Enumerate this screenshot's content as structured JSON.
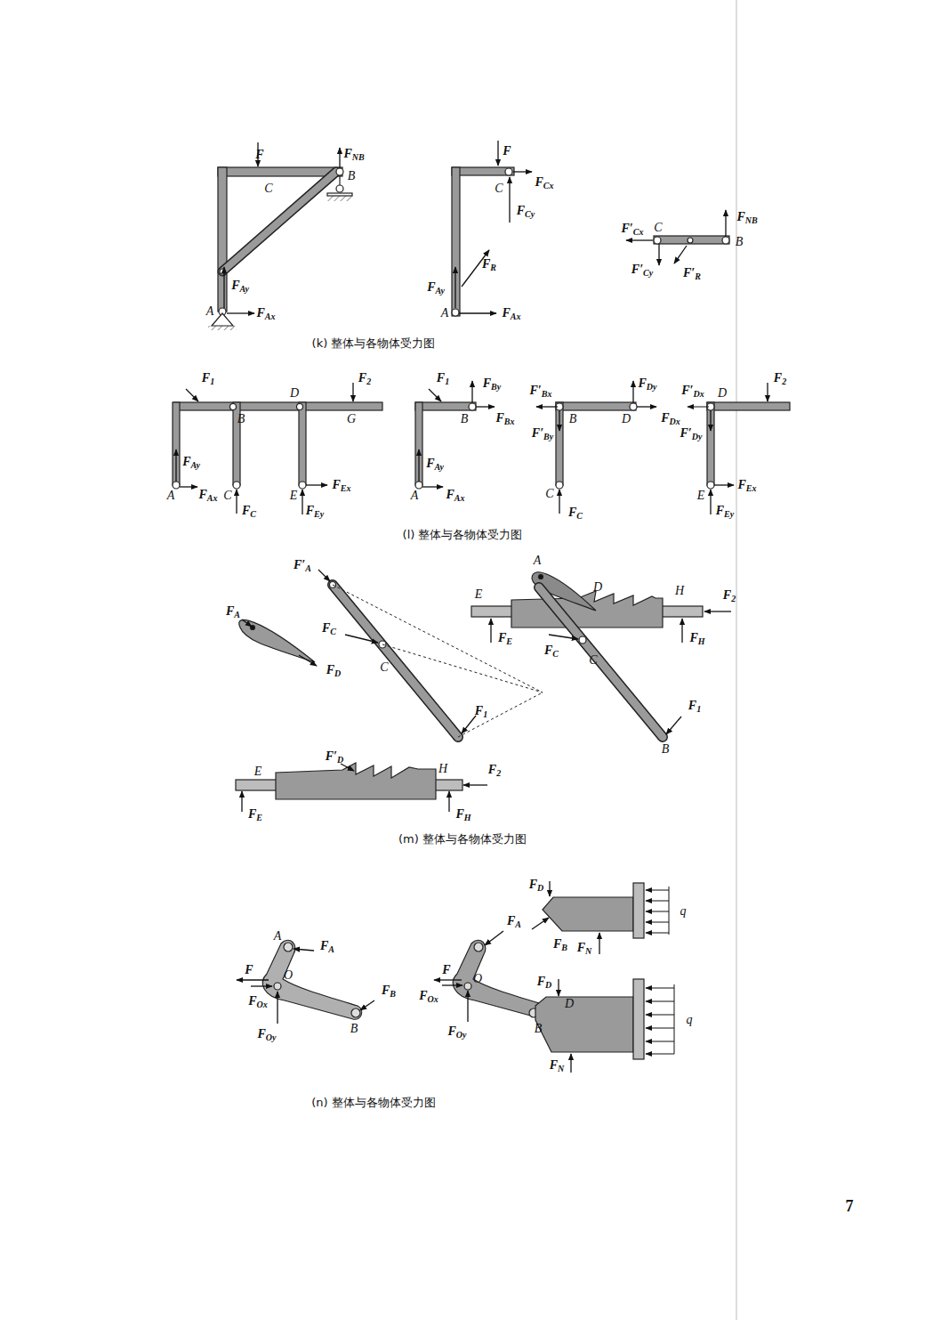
{
  "diagram": {
    "labels": [
      "F",
      "FNB",
      "C",
      "B",
      "FAy",
      "A",
      "FAx",
      "F",
      "C",
      "FCx",
      "FCy",
      "FR",
      "FAy",
      "A",
      "FAx",
      "F′Cx",
      "C",
      "FNB",
      "B",
      "F′Cy",
      "F′R",
      "(k) 整体与各物体受力图",
      "F1",
      "D",
      "F2",
      "B",
      "G",
      "FAy",
      "A",
      "FAx",
      "C",
      "FC",
      "E",
      "FEx",
      "FEy",
      "F1",
      "FBy",
      "B",
      "FBx",
      "FAy",
      "A",
      "FAx",
      "F′Bx",
      "B",
      "F′By",
      "FDy",
      "D",
      "FDx",
      "C",
      "FC",
      "F′Dx",
      "D",
      "F2",
      "F′Dy",
      "E",
      "FEx",
      "FEy",
      "(l) 整体与各物体受力图",
      "F′A",
      "FA",
      "FD",
      "FC",
      "C",
      "F1",
      "A",
      "D",
      "E",
      "H",
      "F2",
      "FE",
      "FH",
      "FC",
      "C",
      "F1",
      "B",
      "E",
      "F′D",
      "H",
      "F2",
      "FE",
      "FH",
      "(m) 整体与各物体受力图",
      "FD",
      "q",
      "FB",
      "FN",
      "A",
      "FA",
      "F",
      "FOx",
      "O",
      "FB",
      "B",
      "FOy",
      "FA",
      "F",
      "FD",
      "D",
      "q",
      "FOx",
      "O",
      "B",
      "FN",
      "FOy",
      "(n) 整体与各物体受力图",
      "7"
    ]
  }
}
